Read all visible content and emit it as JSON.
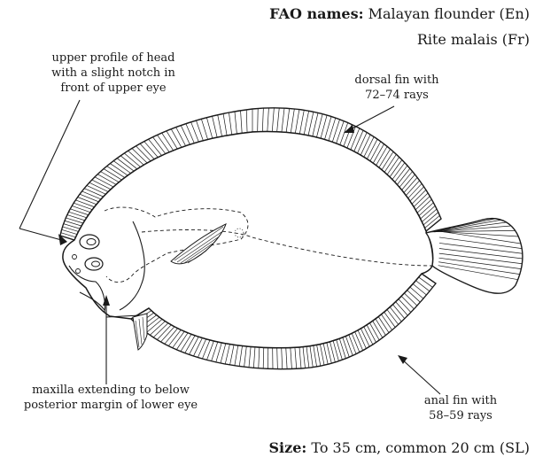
{
  "header": {
    "fao_label": "FAO names:",
    "name_en": "Malayan flounder (En)",
    "name_fr": "Rite malais (Fr)"
  },
  "annotations": {
    "head_profile": [
      "upper profile of head",
      "with a slight notch in",
      "front of upper eye"
    ],
    "dorsal_fin": [
      "dorsal fin with",
      "72–74 rays"
    ],
    "maxilla": [
      "maxilla extending to below",
      "posterior margin of lower eye"
    ],
    "anal_fin": [
      "anal fin with",
      "58–59 rays"
    ]
  },
  "footer": {
    "size_label": "Size:",
    "size_text": "To 35 cm, common 20 cm (SL)"
  }
}
